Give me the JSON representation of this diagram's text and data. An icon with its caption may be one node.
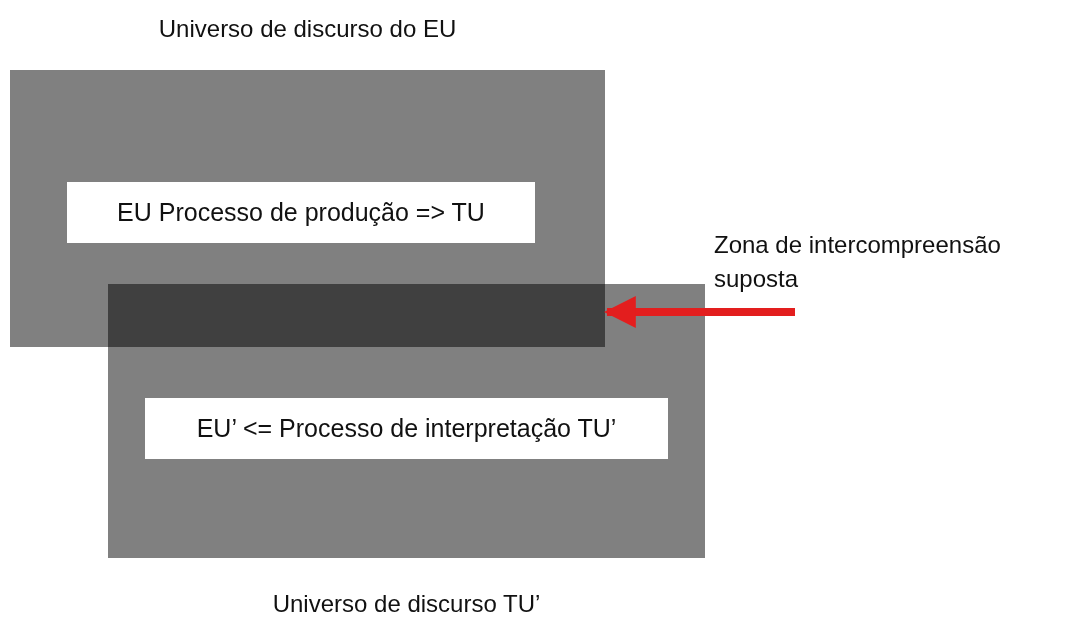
{
  "diagram": {
    "nodes": [
      {
        "text": [
          "Universo de discurso do EU"
        ]
      },
      {
        "text": [
          "EU Processo de produção => TU"
        ],
        "in": 0
      },
      {
        "text": [
          "Universo de discurso TU’"
        ]
      },
      {
        "text": [
          "EU’ <= Processo de interpretação TU’"
        ],
        "in": 2
      },
      {
        "text": [],
        "shape": "box"
      },
      {
        "text": [
          "Zona de intercompreensão suposta"
        ]
      }
    ],
    "edges": [
      {
        "from": 5,
        "to": 4,
        "arrow": "to"
      }
    ]
  }
}
